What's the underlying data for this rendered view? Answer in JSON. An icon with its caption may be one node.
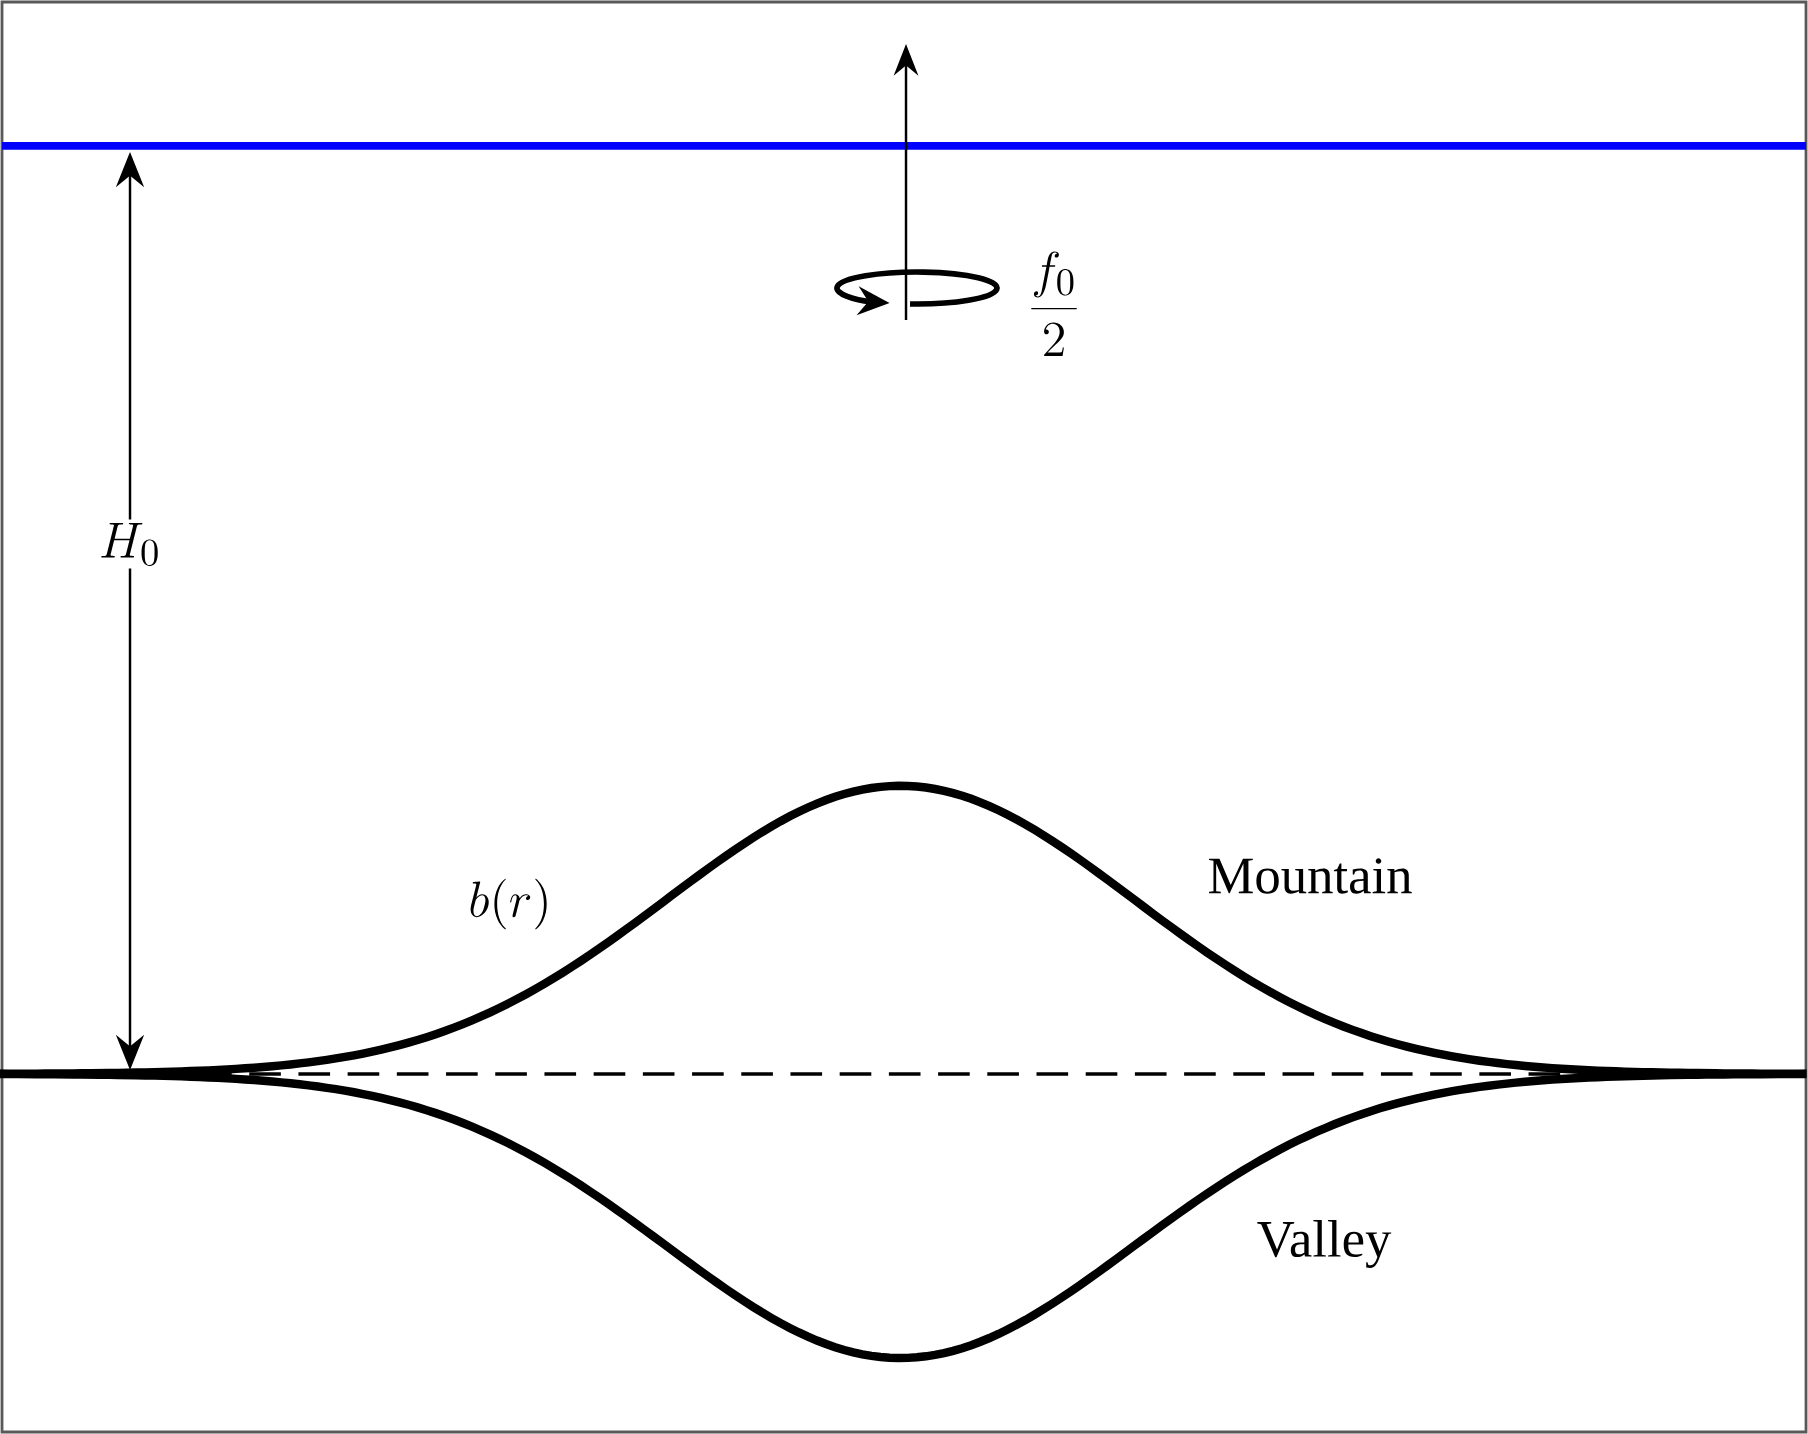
{
  "diagram": {
    "labels": [
      "H_0",
      "\\frac{f_0}{2}",
      "b(r)",
      "Mountain",
      "Valley"
    ]
  }
}
